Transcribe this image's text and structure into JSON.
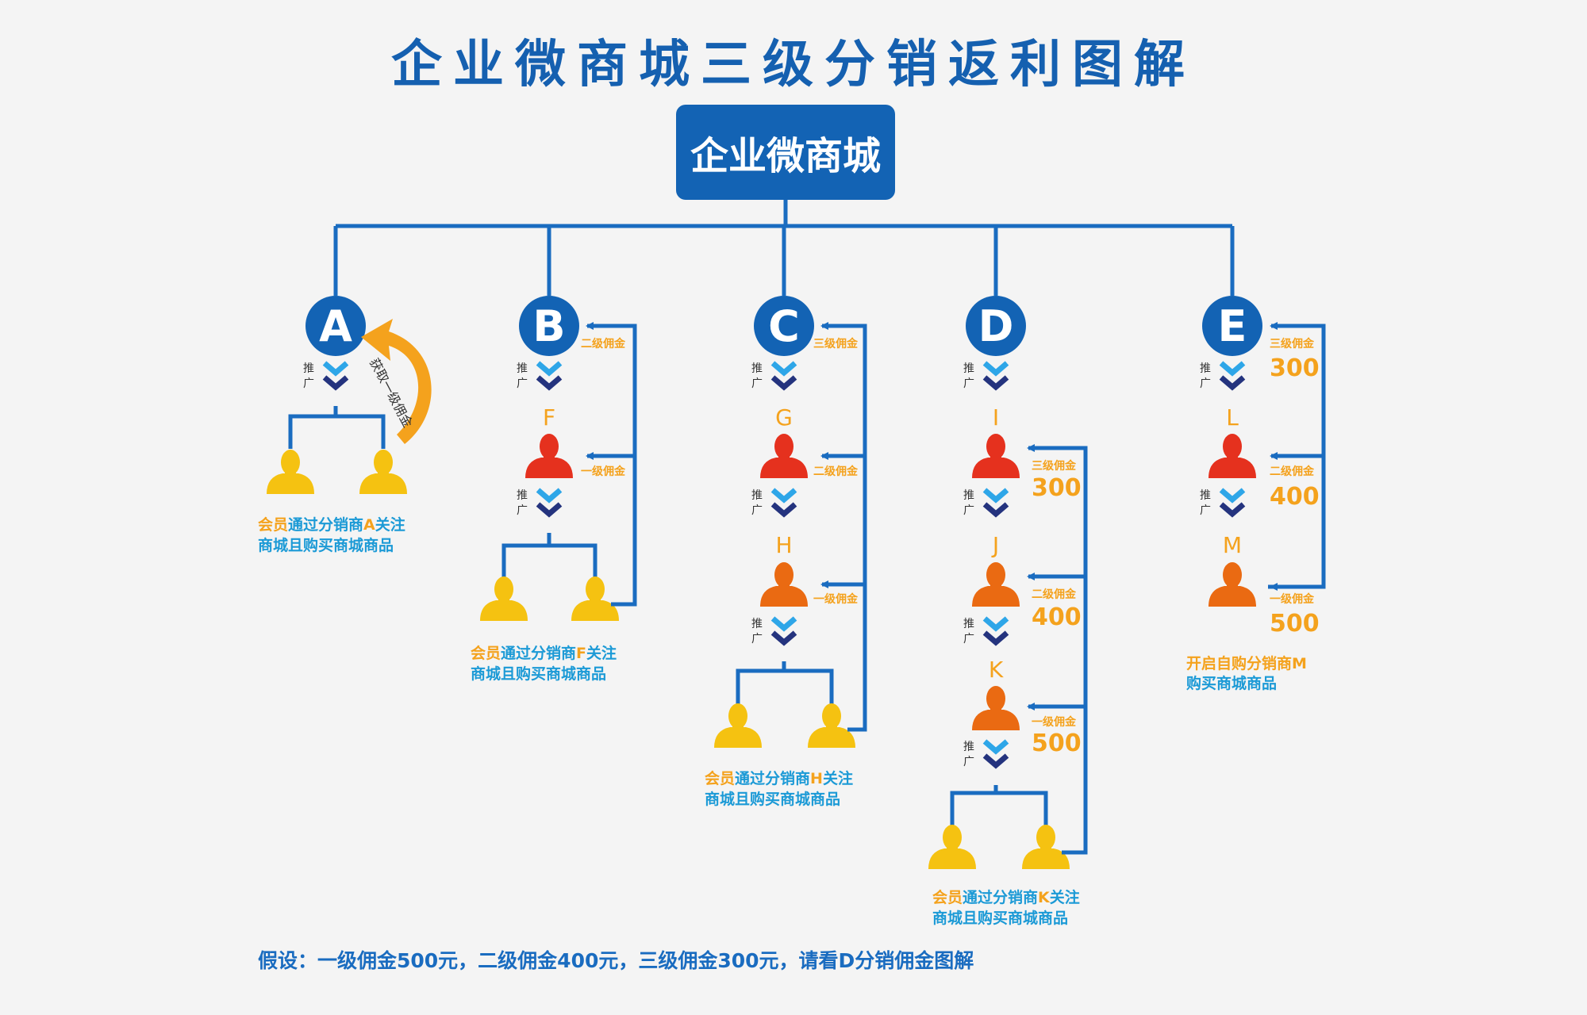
{
  "title": "企业微商城三级分销返利图解",
  "root": "企业微商城",
  "promote_label": [
    "推",
    "广"
  ],
  "arrow_label": "获取一级佣金",
  "distributors": [
    {
      "id": "A"
    },
    {
      "id": "B"
    },
    {
      "id": "C"
    },
    {
      "id": "D"
    },
    {
      "id": "E"
    }
  ],
  "sub_distributors": [
    "F",
    "G",
    "H",
    "I",
    "J",
    "K",
    "L",
    "M"
  ],
  "commission_labels": {
    "first": "一级佣金",
    "second": "二级佣金",
    "third": "三级佣金"
  },
  "amounts": {
    "first": "500",
    "second": "400",
    "third": "300"
  },
  "captions": [
    {
      "highlight": "会员",
      "rest1": "通过分销商",
      "id": "A",
      "rest2": "关注",
      "line2": "商城且购买商城商品"
    },
    {
      "highlight": "会员",
      "rest1": "通过分销商",
      "id": "F",
      "rest2": "关注",
      "line2": "商城且购买商城商品"
    },
    {
      "highlight": "会员",
      "rest1": "通过分销商",
      "id": "H",
      "rest2": "关注",
      "line2": "商城且购买商城商品"
    },
    {
      "highlight": "会员",
      "rest1": "通过分销商",
      "id": "K",
      "rest2": "关注",
      "line2": "商城且购买商城商品"
    },
    {
      "highlight": "开启自购分销商M",
      "rest1": "",
      "id": "",
      "rest2": "",
      "line2": "购买商城商品"
    }
  ],
  "note": "假设：一级佣金500元，二级佣金400元，三级佣金300元，请看D分销佣金图解",
  "colors": {
    "blue": "#1363b4",
    "line_blue": "#1a6cc0",
    "orange_text": "#f4a21d",
    "member_yellow": "#f5c211",
    "red_person": "#e5311e",
    "orange_person": "#ea6a12",
    "chevron_light": "#2ea6e8",
    "chevron_dark": "#24337e",
    "caption_blue": "#1c9ad6"
  }
}
